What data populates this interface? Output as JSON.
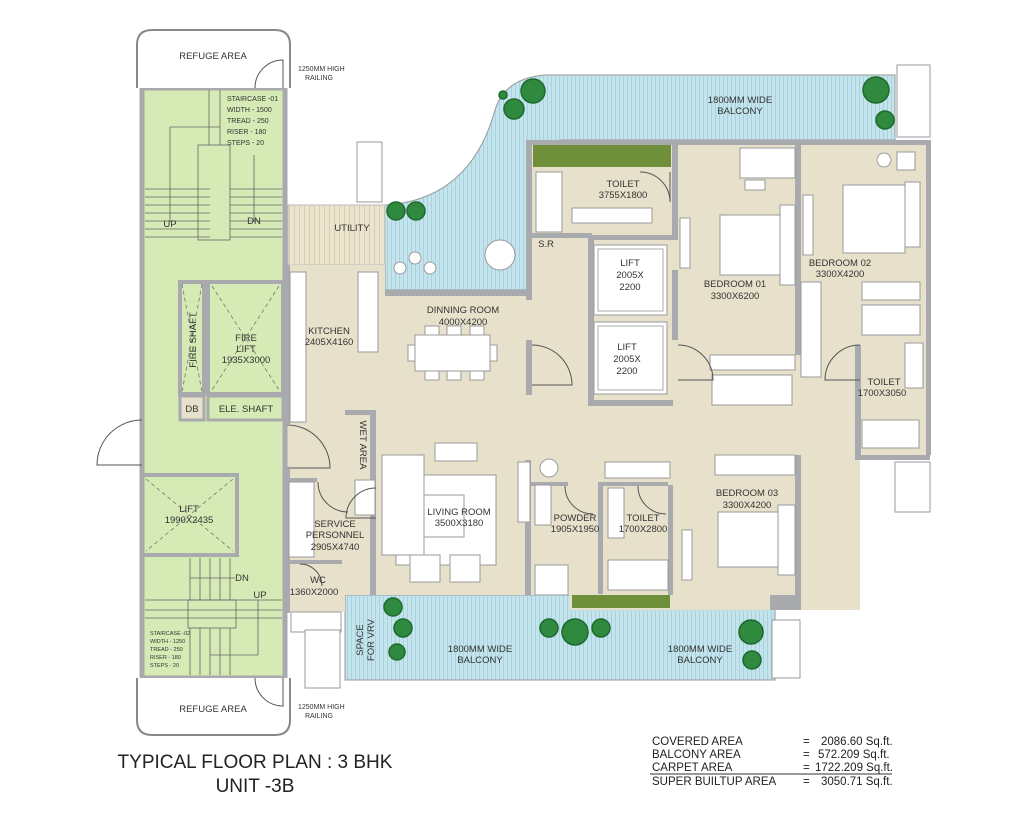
{
  "title": {
    "line1": "TYPICAL FLOOR PLAN : 3 BHK",
    "line2": "UNIT -3B"
  },
  "colors": {
    "floor": "#e7e0cb",
    "core": "#d5eab5",
    "balcony": "#c3e4ec",
    "wall": "#a9aaad",
    "planter": "#6f8f3a",
    "tree": "#2f8a3f"
  },
  "refuge_top": {
    "name": "REFUGE AREA",
    "railing": [
      "1250MM HIGH",
      "RAILING"
    ]
  },
  "refuge_bottom": {
    "name": "REFUGE AREA",
    "railing": [
      "1250MM HIGH",
      "RAILING"
    ]
  },
  "staircase_01": [
    "STAIRCASE -01",
    "WIDTH - 1500",
    "TREAD - 250",
    "RISER - 180",
    "STEPS - 20"
  ],
  "staircase_02": [
    "STAIRCASE -02",
    "WIDTH - 1250",
    "TREAD - 250",
    "RISER - 180",
    "STEPS - 20"
  ],
  "stair_marks": {
    "up": "UP",
    "dn": "DN"
  },
  "core": {
    "fire_shaft": "FIRE SHAFT",
    "fire_lift": [
      "FIRE",
      "LIFT",
      "1935X3000"
    ],
    "db": "DB",
    "ele_shaft": "ELE. SHAFT",
    "lift": [
      "LIFT",
      "1990X2435"
    ]
  },
  "rooms": {
    "utility": {
      "name": "UTILITY"
    },
    "kitchen": {
      "name": "KITCHEN",
      "dim": "2405X4160"
    },
    "dining": {
      "name": "DINNING ROOM",
      "dim": "4000X4200"
    },
    "living": {
      "name": "LIVING ROOM",
      "dim": "3500X3180"
    },
    "wet_area": {
      "name": "WET AREA"
    },
    "service": {
      "name1": "SERVICE",
      "name2": "PERSONNEL",
      "dim": "2905X4740"
    },
    "wc": {
      "name": "WC",
      "dim": "1360X2000"
    },
    "vrv": {
      "name1": "SPACE",
      "name2": "FOR VRV"
    },
    "powder": {
      "name": "POWDER",
      "dim": "1905X1950"
    },
    "toilet_3": {
      "name": "TOILET",
      "dim": "1700X2800"
    },
    "bedroom_3": {
      "name": "BEDROOM 03",
      "dim": "3300X4200"
    },
    "toilet_1": {
      "name": "TOILET",
      "dim": "3755X1800"
    },
    "sr": {
      "name": "S.R"
    },
    "lift_a": {
      "name": "LIFT",
      "dim1": "2005X",
      "dim2": "2200"
    },
    "lift_b": {
      "name": "LIFT",
      "dim1": "2005X",
      "dim2": "2200"
    },
    "bedroom_1": {
      "name": "BEDROOM 01",
      "dim": "3300X6200"
    },
    "bedroom_2": {
      "name": "BEDROOM 02",
      "dim": "3300X4200"
    },
    "toilet_2": {
      "name": "TOILET",
      "dim": "1700X3050"
    },
    "balcony_top": {
      "line1": "1800MM WIDE",
      "line2": "BALCONY"
    },
    "balcony_bl": {
      "line1": "1800MM WIDE",
      "line2": "BALCONY"
    },
    "balcony_br": {
      "line1": "1800MM WIDE",
      "line2": "BALCONY"
    }
  },
  "areas": [
    {
      "label": "COVERED AREA",
      "value": "2086.60 Sq.ft."
    },
    {
      "label": "BALCONY AREA",
      "value": "572.209 Sq.ft."
    },
    {
      "label": "CARPET AREA",
      "value": "1722.209 Sq.ft."
    },
    {
      "label": "SUPER BUILTUP AREA",
      "value": "3050.71 Sq.ft."
    }
  ]
}
